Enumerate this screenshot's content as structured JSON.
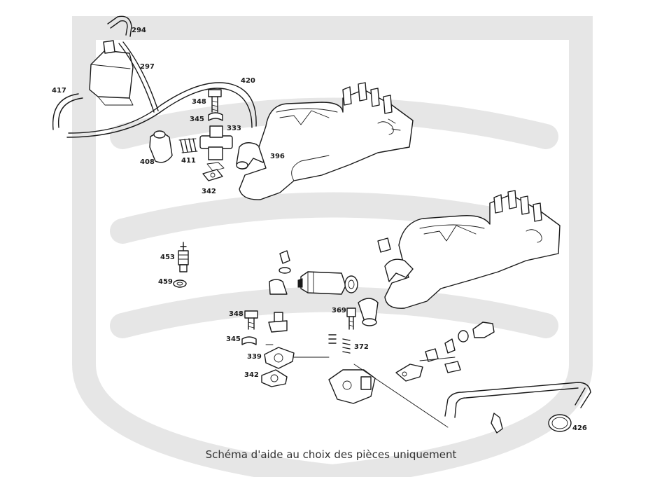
{
  "diagram": {
    "watermark_color": "#e6e6e6",
    "line_color": "#1a1a1a",
    "caption": "Schéma d'aide au choix des pièces uniquement"
  },
  "callouts": {
    "c294": "294",
    "c297": "297",
    "c417": "417",
    "c420": "420",
    "c348a": "348",
    "c345a": "345",
    "c333": "333",
    "c408": "408",
    "c411": "411",
    "c396": "396",
    "c342a": "342",
    "c453": "453",
    "c459": "459",
    "c348b": "348",
    "c345b": "345",
    "c339": "339",
    "c342b": "342",
    "c369": "369",
    "c372": "372",
    "c426": "426"
  }
}
